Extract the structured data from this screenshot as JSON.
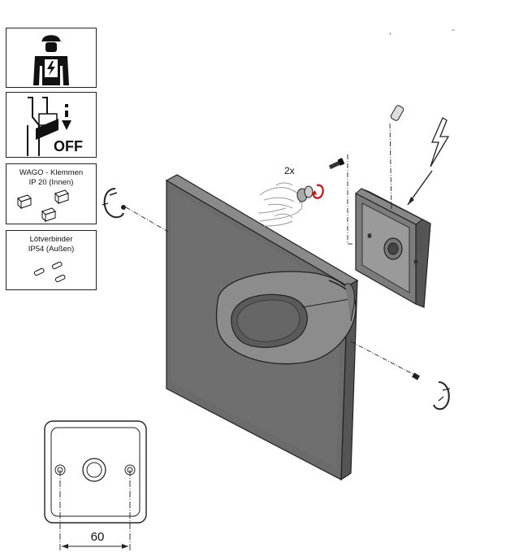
{
  "panels": {
    "wago_title": "WAGO - Klemmen",
    "wago_sub": "IP 20 (Innen)",
    "solder_title": "Lötverbinder",
    "solder_sub": "IP54 (Außen)",
    "off_label": "OFF"
  },
  "quantity_label": "2x",
  "dimension_label": "60",
  "icons": [
    "electrician-icon",
    "power-off-switch-icon",
    "wago-terminal-icon",
    "solder-connector-icon",
    "lightning-icon"
  ]
}
